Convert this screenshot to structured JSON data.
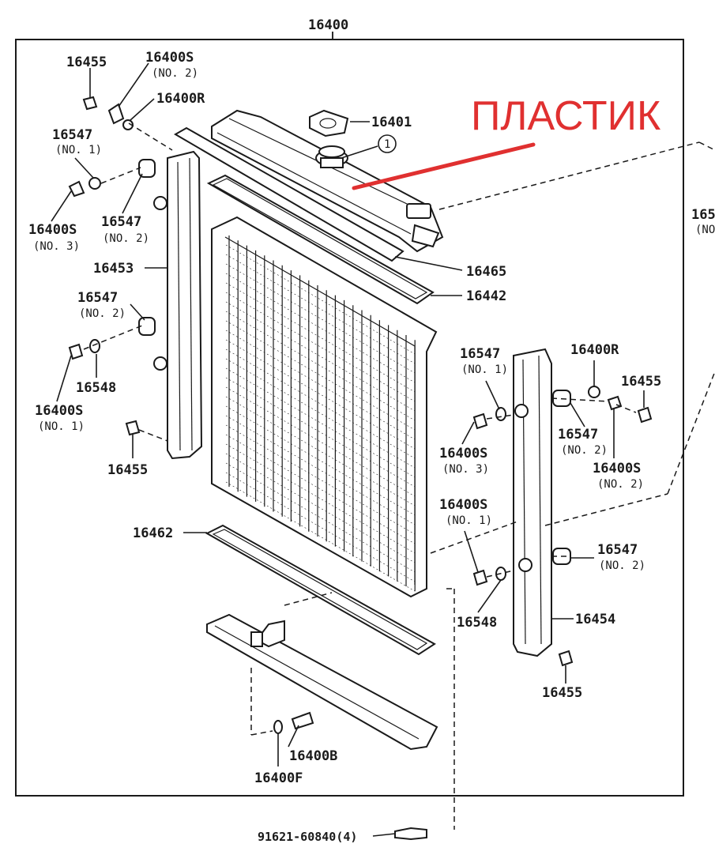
{
  "assembly": {
    "number": "16400"
  },
  "annotation": {
    "text": "ПЛАСТИК",
    "color": "#e03030"
  },
  "callouts": [
    {
      "id": "c1",
      "number": "16455",
      "sub": ""
    },
    {
      "id": "c2",
      "number": "16400S",
      "sub": "(NO. 2)"
    },
    {
      "id": "c3",
      "number": "16400R",
      "sub": ""
    },
    {
      "id": "c4",
      "number": "16401",
      "sub": ""
    },
    {
      "id": "c5",
      "number": "16547",
      "sub": "(NO. 1)"
    },
    {
      "id": "c6",
      "number": "16400S",
      "sub": "(NO. 3)"
    },
    {
      "id": "c7",
      "number": "16547",
      "sub": "(NO. 2)"
    },
    {
      "id": "c8",
      "number": "16453",
      "sub": ""
    },
    {
      "id": "c9",
      "number": "16465",
      "sub": ""
    },
    {
      "id": "c10",
      "number": "16442",
      "sub": ""
    },
    {
      "id": "c11",
      "number": "16547",
      "sub": "(NO. 2)"
    },
    {
      "id": "c12",
      "number": "16548",
      "sub": ""
    },
    {
      "id": "c13",
      "number": "16400S",
      "sub": "(NO. 1)"
    },
    {
      "id": "c14",
      "number": "16455",
      "sub": ""
    },
    {
      "id": "c15",
      "number": "16547",
      "sub": "(NO. 1)"
    },
    {
      "id": "c16",
      "number": "16400R",
      "sub": ""
    },
    {
      "id": "c17",
      "number": "16455",
      "sub": ""
    },
    {
      "id": "c18",
      "number": "16547",
      "sub": "(NO. 2)"
    },
    {
      "id": "c19",
      "number": "16400S",
      "sub": "(NO. 3)"
    },
    {
      "id": "c20",
      "number": "16400S",
      "sub": "(NO. 2)"
    },
    {
      "id": "c21",
      "number": "16400S",
      "sub": "(NO. 1)"
    },
    {
      "id": "c22",
      "number": "16547",
      "sub": "(NO. 2)"
    },
    {
      "id": "c23",
      "number": "16548",
      "sub": ""
    },
    {
      "id": "c24",
      "number": "16454",
      "sub": ""
    },
    {
      "id": "c25",
      "number": "16455",
      "sub": ""
    },
    {
      "id": "c26",
      "number": "16462",
      "sub": ""
    },
    {
      "id": "c27",
      "number": "16400B",
      "sub": ""
    },
    {
      "id": "c28",
      "number": "16400F",
      "sub": ""
    },
    {
      "id": "c29",
      "number": "91621-60840(4)",
      "sub": ""
    },
    {
      "id": "c30",
      "number": "165",
      "sub": "(NO"
    }
  ],
  "marker": {
    "text": "1"
  }
}
